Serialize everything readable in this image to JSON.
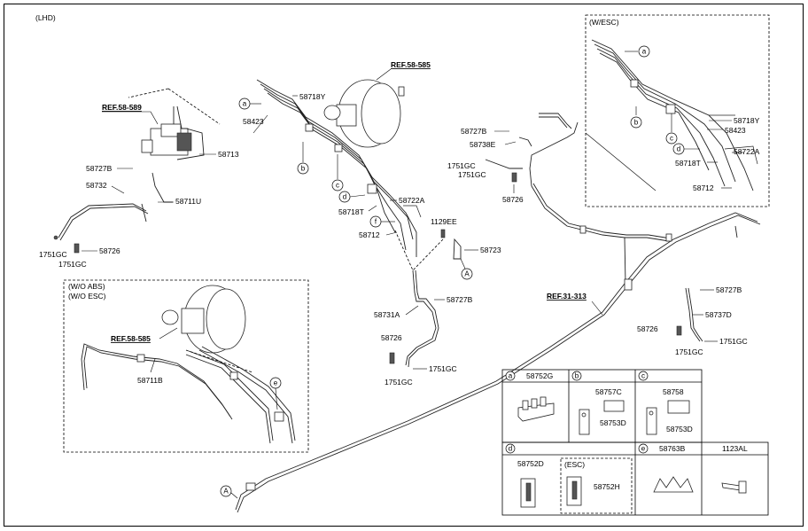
{
  "header": {
    "variant": "(LHD)"
  },
  "refs": {
    "ref_58_589": "REF.58-589",
    "ref_58_585_top": "REF.58-585",
    "ref_58_585_inset": "REF.58-585",
    "ref_31_313": "REF.31-313"
  },
  "insets": {
    "wesc_title": "(W/ESC)",
    "woabs_title_1": "(W/O ABS)",
    "woabs_title_2": "(W/O ESC)"
  },
  "parts": {
    "p58718Y_top": "58718Y",
    "p58423_top": "58423",
    "p58713": "58713",
    "p58727B_left": "58727B",
    "p58732": "58732",
    "p58711U": "58711U",
    "p1751GC_left1": "1751GC",
    "p58726_left": "58726",
    "p1751GC_left2": "1751GC",
    "p58722A_mid": "58722A",
    "p58718T_mid": "58718T",
    "p1129EE": "1129EE",
    "p58712_mid": "58712",
    "p58723": "58723",
    "p58727B_mid": "58727B",
    "p58731A": "58731A",
    "p58726_mid": "58726",
    "p1751GC_mid1": "1751GC",
    "p1751GC_mid2": "1751GC",
    "p58727B_rt": "58727B",
    "p58738E": "58738E",
    "p1751GC_rt1": "1751GC",
    "p1751GC_rt2": "1751GC",
    "p58726_rt": "58726",
    "p58718Y_esc": "58718Y",
    "p58423_esc": "58423",
    "p58722A_esc": "58722A",
    "p58718T_esc": "58718T",
    "p58712_esc": "58712",
    "p58727B_far": "58727B",
    "p58737D": "58737D",
    "p58726_far": "58726",
    "p1751GC_far1": "1751GC",
    "p1751GC_far2": "1751GC",
    "p58711B": "58711B"
  },
  "callouts": [
    "a",
    "b",
    "c",
    "d",
    "e",
    "f",
    "A"
  ],
  "legend": {
    "a_code": "a",
    "a_part": "58752G",
    "b_code": "b",
    "b_part1": "58757C",
    "b_part2": "58753D",
    "c_code": "c",
    "c_part1": "58758",
    "c_part2": "58753D",
    "d_code": "d",
    "d_part1": "58752D",
    "d_esc": "(ESC)",
    "d_part2": "58752H",
    "e_code": "e",
    "e_part": "58763B",
    "extra_part": "1123AL"
  }
}
